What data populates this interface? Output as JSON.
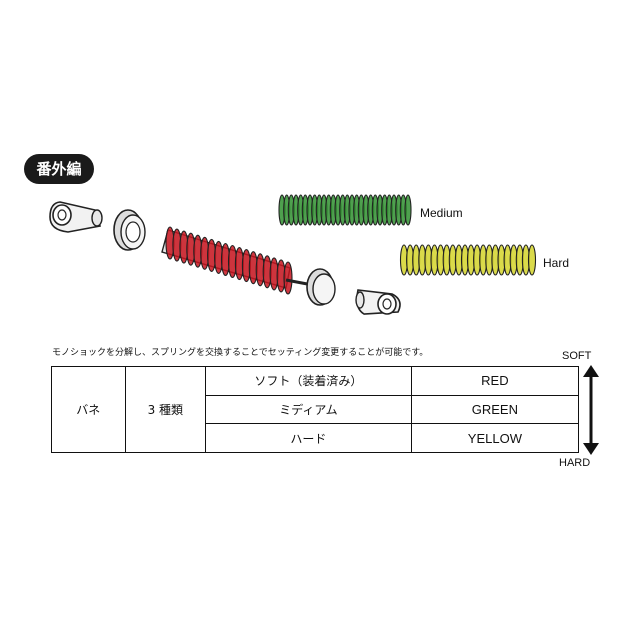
{
  "badge": {
    "label": "番外編"
  },
  "springs": [
    {
      "label": "Medium",
      "color": "#2f8f2f"
    },
    {
      "label": "Hard",
      "color": "#d4d42a"
    }
  ],
  "main_spring_color": "#c8141e",
  "description": "モノショックを分解し、スプリングを交換することでセッティング変更することが可能です。",
  "scale": {
    "top": "SOFT",
    "bottom": "HARD"
  },
  "table": {
    "part": "バネ",
    "count": "3 種類",
    "rows": [
      {
        "type": "ソフト（装着済み）",
        "color": "RED"
      },
      {
        "type": "ミディアム",
        "color": "GREEN"
      },
      {
        "type": "ハード",
        "color": "YELLOW"
      }
    ]
  }
}
